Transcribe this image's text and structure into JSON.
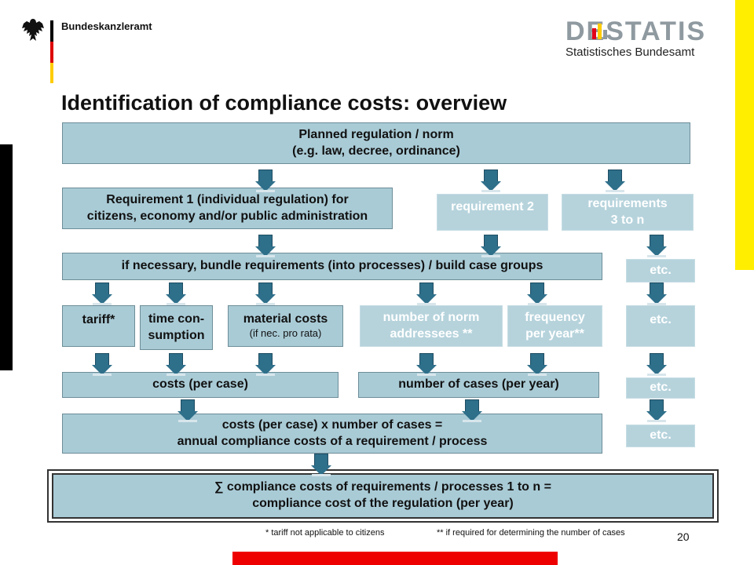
{
  "header": {
    "left_brand": "Bundeskanzleramt",
    "right_logo": "DESTATIS",
    "right_sub": "Statistisches Bundesamt"
  },
  "title": "Identification of compliance costs: overview",
  "boxes": {
    "planned": [
      "Planned regulation / norm",
      "(e.g. law, decree, ordinance)"
    ],
    "req1": [
      "Requirement 1 (individual regulation) for",
      "citizens, economy and/or public administration"
    ],
    "req2": "requirement 2",
    "req3": [
      "requirements",
      "3 to n"
    ],
    "bundle": "if necessary, bundle requirements (into processes) / build case groups",
    "tariff": "tariff*",
    "time": [
      "time con-",
      "sumption"
    ],
    "material": [
      "material costs",
      "(if nec. pro rata)"
    ],
    "norm": [
      "number of norm",
      "addressees **"
    ],
    "frequency": [
      "frequency",
      "per year**"
    ],
    "costs": "costs (per case)",
    "cases": "number of cases (per year)",
    "annual": [
      "costs (per case) x number of cases =",
      "annual compliance costs of a requirement / process"
    ],
    "total": [
      "∑ compliance costs of requirements / processes 1 to n =",
      "compliance cost of the regulation (per year)"
    ],
    "etc": [
      "etc.",
      "etc.",
      "etc.",
      "etc."
    ]
  },
  "footnotes": {
    "tariff": "* tariff not applicable to citizens",
    "frequency": "** if required for determining the number of cases"
  },
  "page_number": "20",
  "colors": {
    "box": "#a9cbd6",
    "box_dim": "#b6d3dc",
    "arrow": "#2e6f8a",
    "accent_yellow": "#ffee00",
    "accent_red": "#ee0000"
  }
}
